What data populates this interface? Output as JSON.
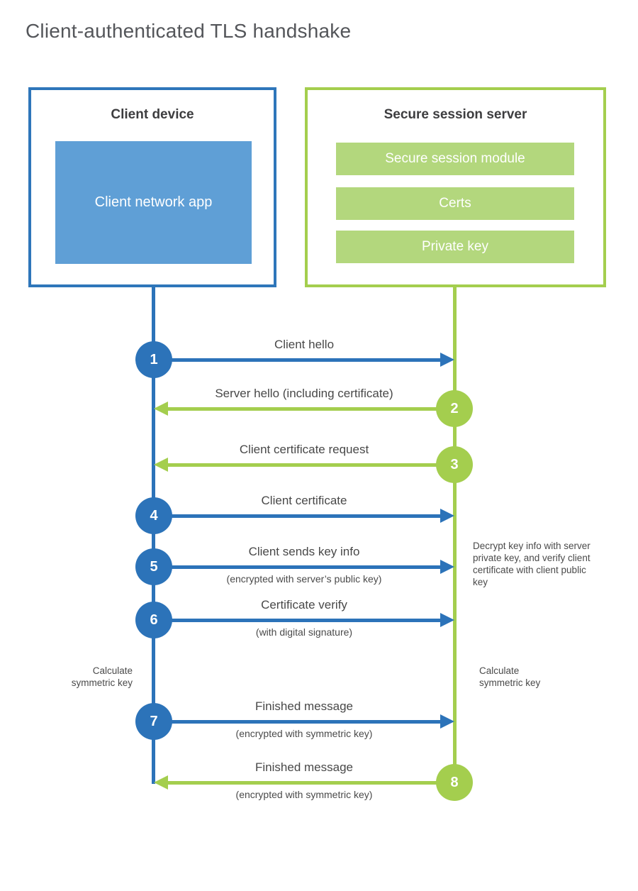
{
  "title": "Client-authenticated TLS handshake",
  "colors": {
    "blue_accent": "#2c73b9",
    "blue_border": "#2e76ba",
    "blue_fill": "#5f9fd6",
    "green_accent": "#a4ce4e",
    "green_fill": "#b3d77d",
    "label_text": "#4a4a4a",
    "title_text": "#54565a"
  },
  "client": {
    "title": "Client device",
    "app_label": "Client network app"
  },
  "server": {
    "title": "Secure session server",
    "modules": {
      "0": "Secure session module",
      "1": "Certs",
      "2": "Private key"
    }
  },
  "steps": {
    "0": {
      "num": "1",
      "from": "client",
      "label": "Client hello",
      "sublabel": ""
    },
    "1": {
      "num": "2",
      "from": "server",
      "label": "Server hello (including certificate)",
      "sublabel": ""
    },
    "2": {
      "num": "3",
      "from": "server",
      "label": "Client certificate request",
      "sublabel": ""
    },
    "3": {
      "num": "4",
      "from": "client",
      "label": "Client certificate",
      "sublabel": ""
    },
    "4": {
      "num": "5",
      "from": "client",
      "label": "Client sends key info",
      "sublabel": "(encrypted with server’s public key)"
    },
    "5": {
      "num": "6",
      "from": "client",
      "label": "Certificate verify",
      "sublabel": "(with digital signature)"
    },
    "6": {
      "num": "7",
      "from": "client",
      "label": "Finished message",
      "sublabel": "(encrypted with symmetric key)"
    },
    "7": {
      "num": "8",
      "from": "server",
      "label": "Finished message",
      "sublabel": "(encrypted with symmetric key)"
    }
  },
  "annotations": {
    "decrypt_note": "Decrypt key info with server private key, and verify client certificate with client public key",
    "calculate_left": "Calculate symmetric key",
    "calculate_right": "Calculate symmetric key"
  }
}
